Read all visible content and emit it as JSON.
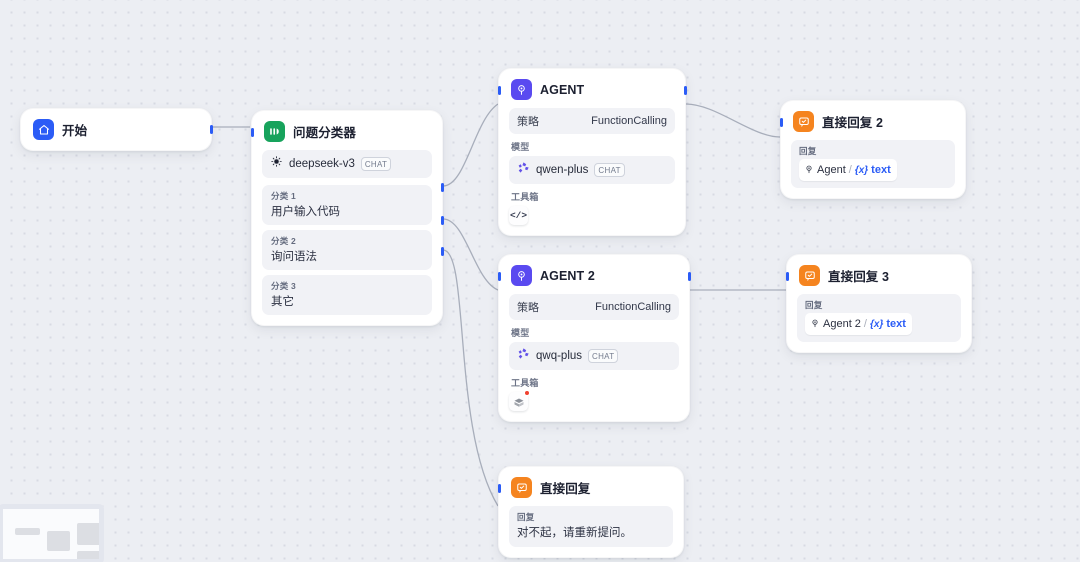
{
  "canvas": {
    "background_color": "#eceef3",
    "dot_color": "#d7dae3",
    "accent_color": "#2b5cf6"
  },
  "nodes": {
    "start": {
      "title": "开始",
      "icon": "home-icon",
      "icon_color": "#2b5cf6"
    },
    "classifier": {
      "title": "问题分类器",
      "icon": "question-classifier-icon",
      "icon_color": "#17a35c",
      "model": {
        "name": "deepseek-v3",
        "badge": "CHAT",
        "icon": "deepseek-icon"
      },
      "classes": [
        {
          "label": "分类 1",
          "text": "用户输入代码"
        },
        {
          "label": "分类 2",
          "text": "询问语法"
        },
        {
          "label": "分类 3",
          "text": "其它"
        }
      ]
    },
    "agent": {
      "title": "AGENT",
      "icon": "agent-icon",
      "icon_color": "#5a4af0",
      "strategy_label": "策略",
      "strategy_value": "FunctionCalling",
      "model_label": "模型",
      "model": {
        "name": "qwen-plus",
        "badge": "CHAT",
        "icon": "qwen-icon"
      },
      "toolbox_label": "工具箱",
      "tool_icon": "code-icon",
      "tool_badge": false
    },
    "agent2": {
      "title": "AGENT 2",
      "icon": "agent-icon",
      "icon_color": "#5a4af0",
      "strategy_label": "策略",
      "strategy_value": "FunctionCalling",
      "model_label": "模型",
      "model": {
        "name": "qwq-plus",
        "badge": "CHAT",
        "icon": "qwen-icon"
      },
      "toolbox_label": "工具箱",
      "tool_icon": "toolbox-icon",
      "tool_badge": true
    },
    "reply2": {
      "title": "直接回复 2",
      "icon": "direct-reply-icon",
      "icon_color": "#f5841f",
      "field_label": "回复",
      "variable": {
        "node": "Agent",
        "separator": "/",
        "x": "{x}",
        "key": "text"
      }
    },
    "reply3": {
      "title": "直接回复 3",
      "icon": "direct-reply-icon",
      "icon_color": "#f5841f",
      "field_label": "回复",
      "variable": {
        "node": "Agent 2",
        "separator": "/",
        "x": "{x}",
        "key": "text"
      }
    },
    "reply1": {
      "title": "直接回复",
      "icon": "direct-reply-icon",
      "icon_color": "#f5841f",
      "field_label": "回复",
      "text": "对不起，请重新提问。"
    }
  },
  "minimap": {
    "name": "minimap"
  }
}
